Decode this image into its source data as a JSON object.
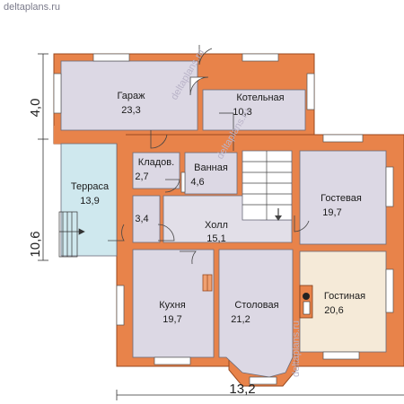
{
  "site_label": "deltaplans.ru",
  "watermark": "deltaplans.ru",
  "dimensions": {
    "width": "13,2",
    "depth_top": "4,0",
    "depth_main": "10,6"
  },
  "rooms": {
    "garage": {
      "name": "Гараж",
      "area": "23,3"
    },
    "boiler": {
      "name": "Котельная",
      "area": "10,3"
    },
    "storage": {
      "name": "Кладов.",
      "area": "2,7"
    },
    "bathroom": {
      "name": "Ванная",
      "area": "4,6"
    },
    "terrace": {
      "name": "Терраса",
      "area": "13,9"
    },
    "wc": {
      "name": "",
      "area": "3,4"
    },
    "hall": {
      "name": "Холл",
      "area": "15,1"
    },
    "guest": {
      "name": "Гостевая",
      "area": "19,7"
    },
    "kitchen": {
      "name": "Кухня",
      "area": "19,7"
    },
    "dining": {
      "name": "Столовая",
      "area": "21,2"
    },
    "living": {
      "name": "Гостиная",
      "area": "20,6"
    }
  },
  "colors": {
    "wall": "#e8834a",
    "wall_outline": "#9a4a20",
    "room_fill": "#dcd8e4",
    "hall_fill": "#e2dfe8",
    "living_fill": "#f5ead8",
    "terrace_fill": "#cfe8ee"
  }
}
